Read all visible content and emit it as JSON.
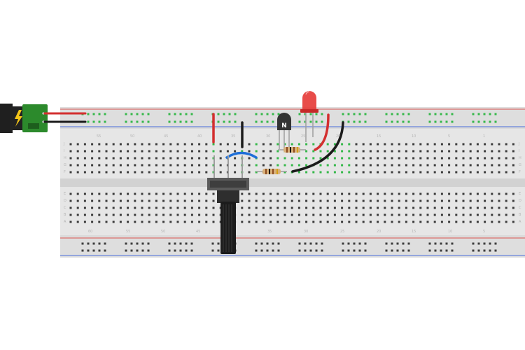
{
  "board": {
    "top_column_labels": [
      "55",
      "50",
      "45",
      "40",
      "35",
      "30",
      "25",
      "20",
      "15",
      "10",
      "5",
      "1"
    ],
    "bottom_column_labels": [
      "60",
      "55",
      "50",
      "45",
      "40",
      "35",
      "30",
      "25",
      "20",
      "15",
      "10",
      "5"
    ],
    "row_letters_top": [
      "J",
      "I",
      "H",
      "G",
      "F"
    ],
    "row_letters_bottom": [
      "E",
      "D",
      "C",
      "B",
      "A"
    ],
    "rail_color_positive": "#d9534f",
    "rail_color_negative": "#4a6fdc",
    "active_hole_color": "#35b84a",
    "hole_color": "#3c3c3c"
  },
  "components": {
    "power_jack": {
      "icon": "lightning-bolt-icon",
      "body_color": "#222222",
      "pcb_color": "#2c8a2c"
    },
    "transistor": {
      "marking": "N",
      "body_color": "#333333"
    },
    "led": {
      "color": "#e53935"
    },
    "resistor_colors": [
      "#8b4a1f",
      "#111111",
      "#d4a017"
    ],
    "potentiometer": {
      "knob_color": "#1c1c1c",
      "base_color": "#5a5a5a"
    },
    "wire_colors": {
      "red": "#d32f2f",
      "black": "#1b1b1b",
      "blue": "#1e6fd8"
    }
  }
}
